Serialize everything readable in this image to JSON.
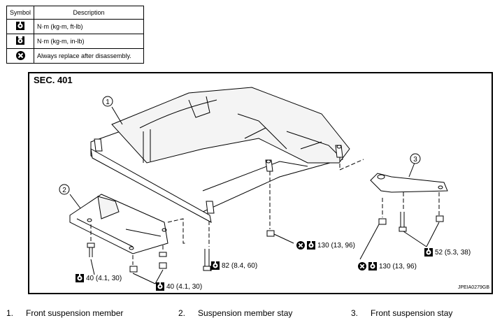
{
  "legend": {
    "header_symbol": "Symbol",
    "header_description": "Description",
    "rows": [
      {
        "icon": "torque-wrench-icon",
        "text": "N·m (kg-m, ft-lb)"
      },
      {
        "icon": "torque-wrench-small-icon",
        "text": "N·m (kg-m, in-lb)"
      },
      {
        "icon": "replace-x-icon",
        "text": "Always replace after disassembly."
      }
    ]
  },
  "diagram": {
    "section": "SEC. 401",
    "callouts": [
      "1",
      "2",
      "3"
    ],
    "torque_labels": {
      "t82": "82 (8.4, 60)",
      "t130a": "130 (13, 96)",
      "t130b": "130 (13, 96)",
      "t52": "52 (5.3, 38)",
      "t40a": "40 (4.1, 30)",
      "t40b": "40 (4.1, 30)"
    },
    "figure_code": "JPEIA0279GB"
  },
  "parts": [
    {
      "num": "1.",
      "name": "Front suspension member"
    },
    {
      "num": "2.",
      "name": "Suspension member stay"
    },
    {
      "num": "3.",
      "name": "Front suspension stay"
    }
  ]
}
